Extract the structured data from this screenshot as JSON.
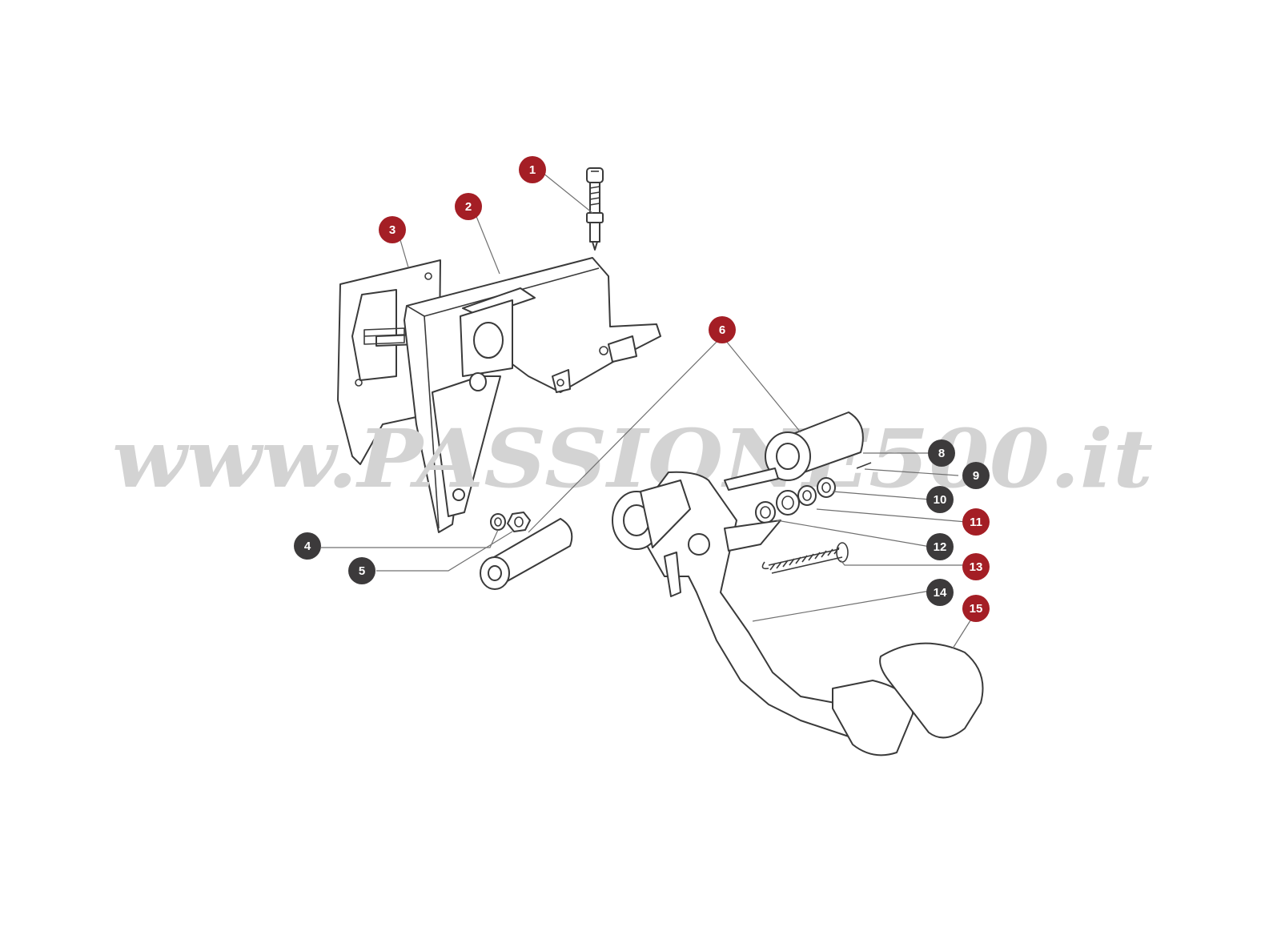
{
  "watermark": "www.PASSIONE500.it",
  "colors": {
    "badge_red": "#a41e25",
    "badge_dark": "#3c3a3b",
    "line": "#3a3a3a",
    "watermark": "#d3d3d3"
  },
  "callouts": [
    {
      "id": "1",
      "color": "red"
    },
    {
      "id": "2",
      "color": "red"
    },
    {
      "id": "3",
      "color": "red"
    },
    {
      "id": "4",
      "color": "dark"
    },
    {
      "id": "5",
      "color": "dark"
    },
    {
      "id": "6",
      "color": "red"
    },
    {
      "id": "8",
      "color": "dark"
    },
    {
      "id": "9",
      "color": "dark"
    },
    {
      "id": "10",
      "color": "dark"
    },
    {
      "id": "11",
      "color": "red"
    },
    {
      "id": "12",
      "color": "dark"
    },
    {
      "id": "13",
      "color": "red"
    },
    {
      "id": "14",
      "color": "dark"
    },
    {
      "id": "15",
      "color": "red"
    }
  ]
}
